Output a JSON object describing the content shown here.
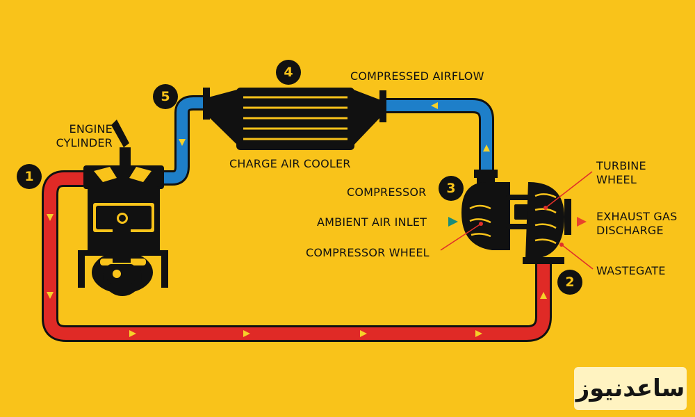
{
  "colors": {
    "background": "#f9c31a",
    "hot_exhaust": "#e02a26",
    "cool_air": "#1e7fc9",
    "inlet_arrow": "#1a8c7a",
    "exhaust_arrow": "#e8432b",
    "component": "#111111",
    "badge_text": "#f9c31a"
  },
  "steps": [
    "1",
    "2",
    "3",
    "4",
    "5"
  ],
  "labels": {
    "engine_cylinder": "ENGINE\nCYLINDER",
    "charge_air_cooler": "CHARGE AIR COOLER",
    "compressed_airflow": "COMPRESSED AIRFLOW",
    "compressor": "COMPRESSOR",
    "ambient_air_inlet": "AMBIENT AIR INLET",
    "compressor_wheel": "COMPRESSOR WHEEL",
    "turbine_wheel": "TURBINE\nWHEEL",
    "exhaust_gas_discharge": "EXHAUST GAS\nDISCHARGE",
    "wastegate": "WASTEGATE"
  },
  "watermark": "ساعدنیوز",
  "icons": [
    "engine-cylinder-icon",
    "charge-air-cooler-icon",
    "turbocharger-icon"
  ]
}
